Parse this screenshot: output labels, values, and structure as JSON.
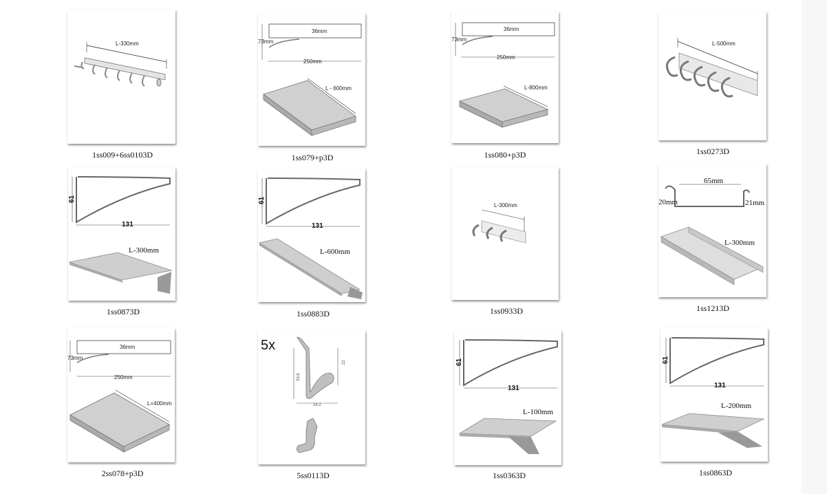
{
  "gallery": {
    "items": [
      {
        "caption": "1ss009+6ss0103D",
        "dims": [
          "L-330mm"
        ]
      },
      {
        "caption": "1ss079+p3D",
        "dims": [
          "36mm",
          "73mm",
          "250mm",
          "L - 600mm"
        ]
      },
      {
        "caption": "1ss080+p3D",
        "dims": [
          "36mm",
          "73mm",
          "250mm",
          "L-800mm"
        ]
      },
      {
        "caption": "1ss0273D",
        "dims": [
          "L-500mm"
        ]
      },
      {
        "caption": "1ss0873D",
        "dims": [
          "61",
          "131",
          "L-300mm"
        ]
      },
      {
        "caption": "1ss0883D",
        "dims": [
          "61",
          "131",
          "L-600mm"
        ]
      },
      {
        "caption": "1ss0933D",
        "dims": [
          "L-300mm"
        ]
      },
      {
        "caption": "1ss1213D",
        "dims": [
          "65mm",
          "20mm",
          "21mm",
          "L-300mm"
        ]
      },
      {
        "caption": "2ss078+p3D",
        "dims": [
          "36mm",
          "73mm",
          "250mm",
          "L=400mm"
        ]
      },
      {
        "caption": "5ss0113D",
        "dims": [
          "5x",
          "33,6",
          "22",
          "24,2"
        ]
      },
      {
        "caption": "1ss0363D",
        "dims": [
          "61",
          "131",
          "L-100mm"
        ]
      },
      {
        "caption": "1ss0863D",
        "dims": [
          "61",
          "131",
          "L-200mm"
        ]
      }
    ]
  }
}
